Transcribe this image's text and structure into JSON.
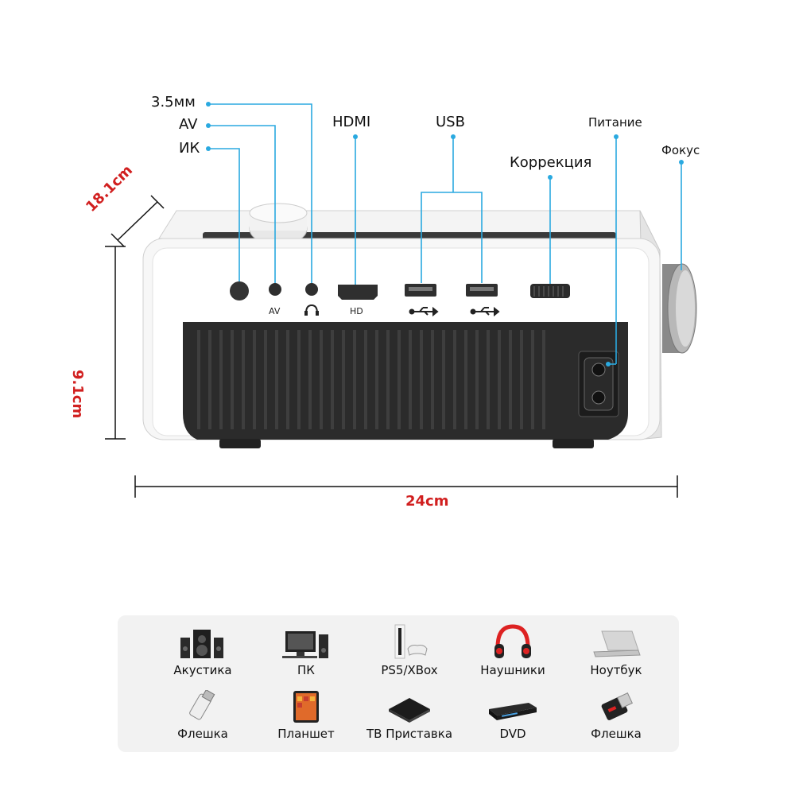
{
  "callouts": {
    "audio": "3.5мм",
    "av": "AV",
    "ir": "ИК",
    "hdmi": "HDMI",
    "usb": "USB",
    "keystone": "Коррекция",
    "power": "Питание",
    "focus": "Фокус"
  },
  "port_marks": {
    "av": "AV",
    "hdmi": "HD"
  },
  "dimensions": {
    "depth": "18.1cm",
    "height": "9.1cm",
    "width": "24cm"
  },
  "devices": [
    {
      "label": "Акустика",
      "icon": "speakers-icon"
    },
    {
      "label": "ПК",
      "icon": "pc-monitor-icon"
    },
    {
      "label": "PS5/XBox",
      "icon": "game-console-icon"
    },
    {
      "label": "Наушники",
      "icon": "headphones-icon"
    },
    {
      "label": "Ноутбук",
      "icon": "laptop-icon"
    },
    {
      "label": "Флешка",
      "icon": "usb-flash-icon"
    },
    {
      "label": "Планшет",
      "icon": "tablet-icon"
    },
    {
      "label": "ТВ Приставка",
      "icon": "tv-box-icon"
    },
    {
      "label": "DVD",
      "icon": "dvd-player-icon"
    },
    {
      "label": "Флешка",
      "icon": "usb-flash-mini-icon"
    }
  ],
  "colors": {
    "callout_line": "#2aa9e0",
    "dimension_text": "#d11f1f"
  }
}
